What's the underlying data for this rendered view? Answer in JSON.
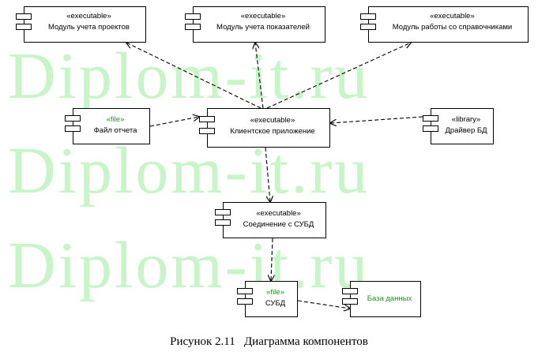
{
  "watermark": {
    "line1": "Diplom-it.ru",
    "line2": "Diplom-it.ru",
    "line3": "Diplom-it.ru",
    "color": "#c8f5c8"
  },
  "components": {
    "projects_module": {
      "stereotype": "«executable»",
      "name": "Модуль учета проектов"
    },
    "indicators_module": {
      "stereotype": "«executable»",
      "name": "Модуль учета показателей"
    },
    "reference_module": {
      "stereotype": "«executable»",
      "name": "Модуль работы со справочниками"
    },
    "report_file": {
      "stereotype": "«file»",
      "name": "Файл отчета"
    },
    "client_app": {
      "stereotype": "«executable»",
      "name": "Клиентское приложение"
    },
    "db_driver": {
      "stereotype": "«library»",
      "name": "Драйвер БД"
    },
    "dbms_connection": {
      "stereotype": "«executable»",
      "name": "Соединение с СУБД"
    },
    "dbms": {
      "stereotype": "«file»",
      "name": "СУБД"
    },
    "database": {
      "name": "База данных"
    }
  },
  "caption": {
    "number": "Рисунок 2.11",
    "title": "Диаграмма компонентов"
  }
}
